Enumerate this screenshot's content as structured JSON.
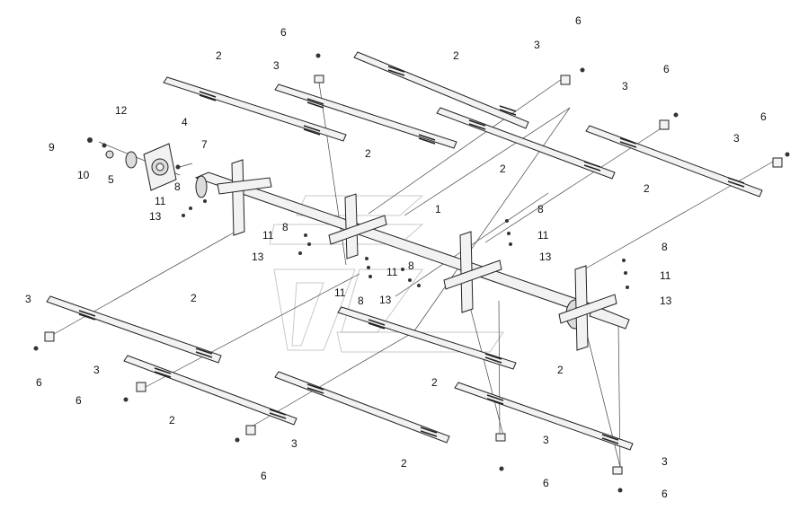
{
  "diagram": {
    "callouts": [
      {
        "n": "1"
      },
      {
        "n": "2"
      },
      {
        "n": "3"
      },
      {
        "n": "4"
      },
      {
        "n": "5"
      },
      {
        "n": "6"
      },
      {
        "n": "7"
      },
      {
        "n": "8"
      },
      {
        "n": "9"
      },
      {
        "n": "10"
      },
      {
        "n": "11"
      },
      {
        "n": "12"
      },
      {
        "n": "13"
      }
    ]
  }
}
